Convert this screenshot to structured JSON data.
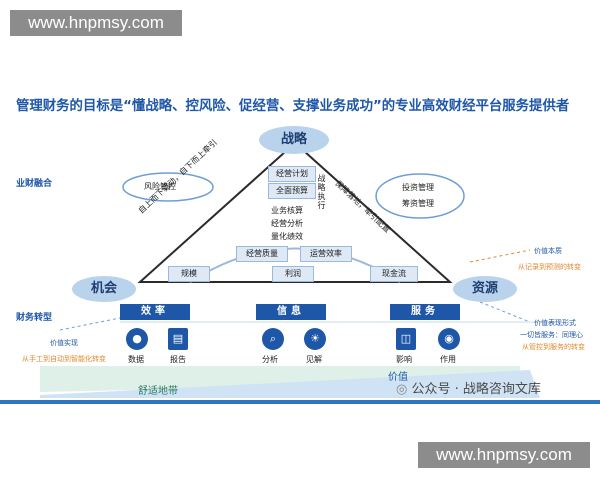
{
  "watermark": {
    "top": "www.hnpmsy.com",
    "bottom": "www.hnpmsy.com"
  },
  "title": "管理财务的目标是“懂战略、控风险、促经营、支撑业务成功”的专业高效财经平台服务提供者",
  "sections": {
    "integration": "业财融合",
    "transformation": "财务转型"
  },
  "nodes": {
    "strategy": "战略",
    "opportunity": "机会",
    "resources": "资源"
  },
  "triangle": {
    "center_items": [
      "经营计划",
      "全面预算",
      "业务核算",
      "经营分析",
      "量化绩效"
    ],
    "vertical_label": "战略执行",
    "left_diag": "自上而下驱动，自下而上牵引",
    "right_diag": "保障落地，牵引配置",
    "left_label": "风险管控",
    "right_items": [
      "投资管理",
      "筹资管理"
    ],
    "mid_items": [
      "经营质量",
      "运营效率"
    ],
    "base_items": [
      "规模",
      "利润",
      "现金流"
    ]
  },
  "pillars": [
    {
      "header": "效率",
      "items": [
        "数据",
        "报告"
      ]
    },
    {
      "header": "信息",
      "items": [
        "分析",
        "见解"
      ]
    },
    {
      "header": "服务",
      "items": [
        "影响",
        "作用"
      ]
    }
  ],
  "side_notes": {
    "left_value": "价值实现",
    "left_shift": "从手工到自动到智能化转变",
    "right_essence": "价值本质",
    "right_shift": "从记录到预测的转变",
    "right_form": "价值表现形式",
    "right_service": "一切皆服务：同理心",
    "right_shift2": "从管控到服务的转变"
  },
  "bottom": {
    "comfort": "舒适地带",
    "value": "价值"
  },
  "wechat": "公众号 · 战略咨询文库",
  "colors": {
    "primary": "#1f57a8",
    "node": "#b9d3ec",
    "accent": "#e0882e"
  }
}
